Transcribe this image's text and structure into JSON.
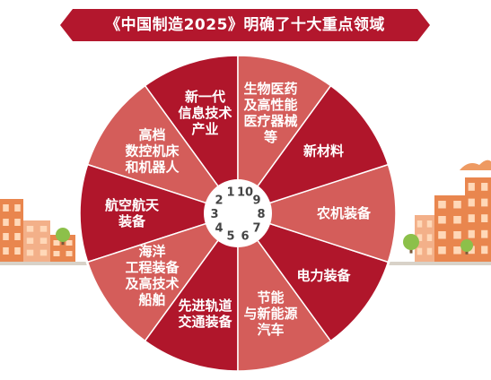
{
  "title": "《中国制造2025》明确了十大重点领域",
  "colors": {
    "dark_red": "#b0162b",
    "light_red": "#d45d5a",
    "banner": "#b3172d",
    "hub": "#ffffff",
    "building_orange": "#e9864e",
    "building_light": "#f3b089",
    "window": "#ffd8b8",
    "tree": "#8cc04a",
    "ground": "#d8d2c8"
  },
  "sectors": [
    {
      "number": "1",
      "label_lines": [
        "新一代",
        "信息技术",
        "产业"
      ]
    },
    {
      "number": "2",
      "label_lines": [
        "高档",
        "数控机床",
        "和机器人"
      ]
    },
    {
      "number": "3",
      "label_lines": [
        "航空航天",
        "装备"
      ]
    },
    {
      "number": "4",
      "label_lines": [
        "海洋",
        "工程装备",
        "及高技术",
        "船舶"
      ]
    },
    {
      "number": "5",
      "label_lines": [
        "先进轨道",
        "交通装备"
      ]
    },
    {
      "number": "6",
      "label_lines": [
        "节能",
        "与新能源",
        "汽车"
      ]
    },
    {
      "number": "7",
      "label_lines": [
        "电力装备"
      ]
    },
    {
      "number": "8",
      "label_lines": [
        "农机装备"
      ]
    },
    {
      "number": "9",
      "label_lines": [
        "新材料"
      ]
    },
    {
      "number": "10",
      "label_lines": [
        "生物医药",
        "及高性能",
        "医疗器械",
        "等"
      ]
    }
  ]
}
